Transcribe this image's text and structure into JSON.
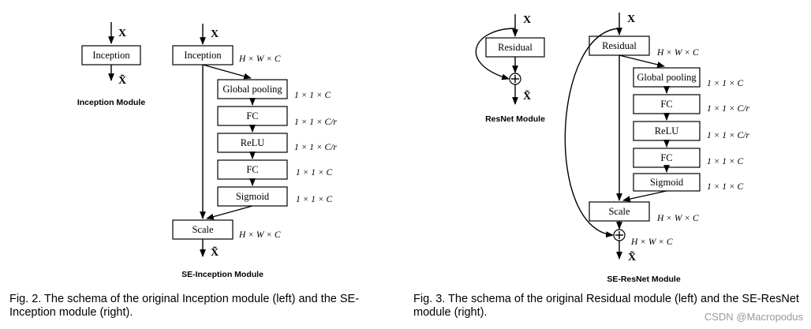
{
  "x_symbol": "X",
  "x_tilde_symbol": "X̃",
  "fig2": {
    "caption": "Fig. 2. The schema of the original Inception module (left) and the SE-Inception module (right).",
    "left_module": {
      "block": "Inception",
      "label": "Inception Module"
    },
    "right_module": {
      "label": "SE-Inception Module",
      "main_block": "Inception",
      "main_dim": "H × W × C",
      "stages": [
        {
          "label": "Global pooling",
          "dim": "1 × 1 × C"
        },
        {
          "label": "FC",
          "dim": "1 × 1 × C/r"
        },
        {
          "label": "ReLU",
          "dim": "1 × 1 × C/r"
        },
        {
          "label": "FC",
          "dim": "1 × 1 × C"
        },
        {
          "label": "Sigmoid",
          "dim": "1 × 1 × C"
        }
      ],
      "scale_block": "Scale",
      "scale_dim": "H × W × C"
    }
  },
  "fig3": {
    "caption": "Fig. 3. The schema of the original Residual module (left) and the SE-ResNet module (right).",
    "left_module": {
      "block": "Residual",
      "label": "ResNet Module"
    },
    "right_module": {
      "label": "SE-ResNet Module",
      "main_block": "Residual",
      "main_dim": "H × W × C",
      "stages": [
        {
          "label": "Global pooling",
          "dim": "1 × 1 × C"
        },
        {
          "label": "FC",
          "dim": "1 × 1 × C/r"
        },
        {
          "label": "ReLU",
          "dim": "1 × 1 × C/r"
        },
        {
          "label": "FC",
          "dim": "1 × 1 × C"
        },
        {
          "label": "Sigmoid",
          "dim": "1 × 1 × C"
        }
      ],
      "scale_block": "Scale",
      "scale_dim": "H × W × C",
      "sum_dim": "H × W × C"
    }
  },
  "watermark": "CSDN @Macropodus"
}
